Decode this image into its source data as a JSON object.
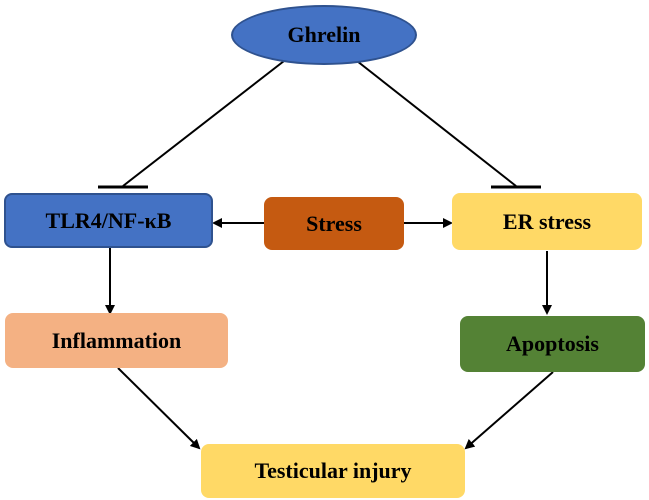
{
  "nodes": {
    "ghrelin": {
      "label": "Ghrelin",
      "color": "#4472c4"
    },
    "tlr4": {
      "label": "TLR4/NF-κB",
      "color": "#4472c4"
    },
    "stress": {
      "label": "Stress",
      "color": "#c55a11"
    },
    "er_stress": {
      "label": "ER stress",
      "color": "#ffd966"
    },
    "inflammation": {
      "label": "Inflammation",
      "color": "#f4b183"
    },
    "apoptosis": {
      "label": "Apoptosis",
      "color": "#548235"
    },
    "testicular_injury": {
      "label": "Testicular injury",
      "color": "#ffd966"
    }
  },
  "edges": [
    {
      "from": "Ghrelin",
      "to": "TLR4/NF-κB",
      "type": "inhibition"
    },
    {
      "from": "Ghrelin",
      "to": "ER stress",
      "type": "inhibition"
    },
    {
      "from": "Stress",
      "to": "TLR4/NF-κB",
      "type": "activation"
    },
    {
      "from": "Stress",
      "to": "ER stress",
      "type": "activation"
    },
    {
      "from": "TLR4/NF-κB",
      "to": "Inflammation",
      "type": "activation"
    },
    {
      "from": "ER stress",
      "to": "Apoptosis",
      "type": "activation"
    },
    {
      "from": "Inflammation",
      "to": "Testicular injury",
      "type": "activation"
    },
    {
      "from": "Apoptosis",
      "to": "Testicular injury",
      "type": "activation"
    }
  ]
}
